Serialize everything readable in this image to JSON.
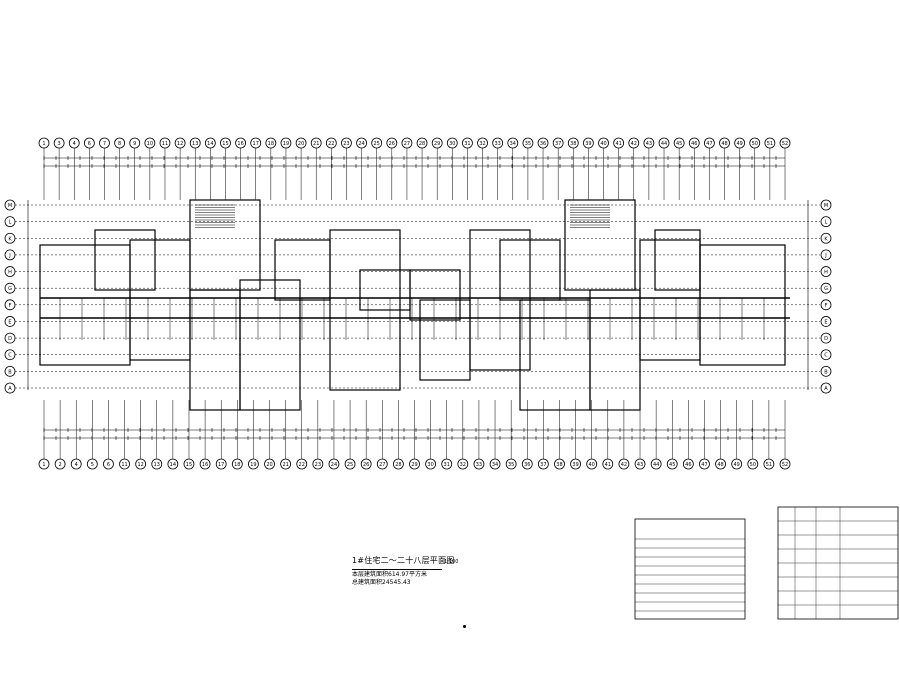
{
  "plan": {
    "title": "1#住宅二～二十八层平面图",
    "scale": "1:100",
    "area_note_1": "本层建筑面积614.97平方米",
    "area_note_2": "总建筑面积24545.43"
  },
  "axes": {
    "top_columns": [
      "1",
      "3",
      "4",
      "6",
      "7",
      "8",
      "9",
      "10",
      "11",
      "12",
      "13",
      "14",
      "15",
      "16",
      "17",
      "18",
      "19",
      "20",
      "21",
      "22",
      "23",
      "24",
      "25",
      "26",
      "27",
      "28",
      "29",
      "30",
      "31",
      "32",
      "33",
      "34",
      "35",
      "36",
      "37",
      "38",
      "39",
      "40",
      "41",
      "42",
      "43",
      "44",
      "45",
      "46",
      "47",
      "48",
      "49",
      "50",
      "51",
      "52"
    ],
    "bottom_columns": [
      "1",
      "2",
      "4",
      "5",
      "6",
      "11",
      "12",
      "13",
      "14",
      "15",
      "16",
      "17",
      "18",
      "19",
      "20",
      "21",
      "22",
      "23",
      "24",
      "25",
      "26",
      "27",
      "28",
      "29",
      "30",
      "31",
      "32",
      "33",
      "34",
      "35",
      "36",
      "37",
      "38",
      "39",
      "40",
      "41",
      "42",
      "43",
      "44",
      "45",
      "46",
      "47",
      "48",
      "49",
      "50",
      "51",
      "52"
    ],
    "rows": [
      "M",
      "L",
      "K",
      "J",
      "H",
      "G",
      "F",
      "E",
      "D",
      "C",
      "B",
      "A"
    ]
  },
  "colors": {
    "line": "#000000",
    "background": "#ffffff"
  }
}
